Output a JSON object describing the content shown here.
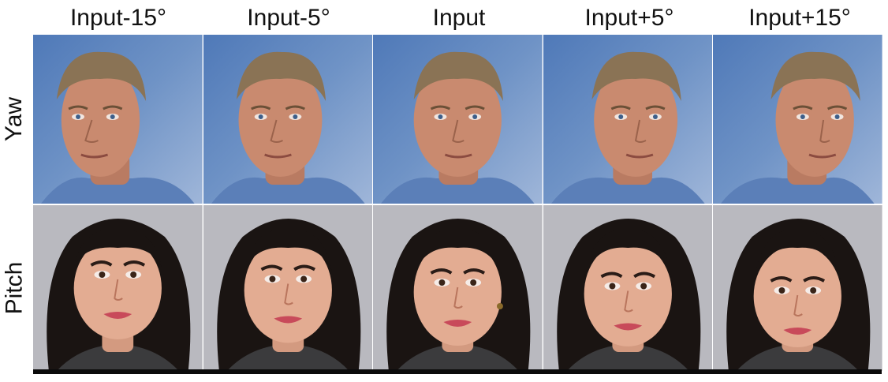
{
  "columns": [
    "Input-15°",
    "Input-5°",
    "Input",
    "Input+5°",
    "Input+15°"
  ],
  "rows": [
    "Yaw",
    "Pitch"
  ],
  "colors": {
    "yaw_background": "#6f93c6",
    "pitch_background": "#b9b9bf",
    "skin_man": "#c98a6f",
    "hair_man": "#8a7355",
    "shirt_man": "#5b7fb8",
    "skin_woman": "#e3ac92",
    "hair_woman": "#1a1412",
    "lips_woman": "#c84a5a",
    "jacket_woman": "#3b3b3d"
  }
}
